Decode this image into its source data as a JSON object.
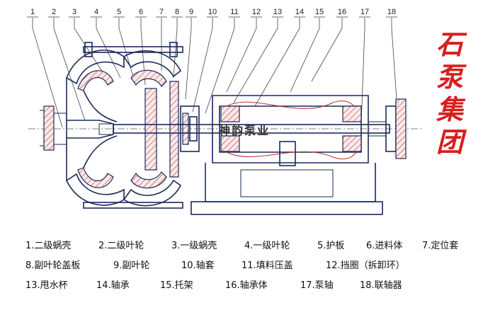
{
  "callout_numbers": [
    "1",
    "2",
    "3",
    "4",
    "5",
    "6",
    "7",
    "8",
    "9",
    "10",
    "11",
    "12",
    "13",
    "14",
    "15",
    "16",
    "17",
    "18"
  ],
  "brand_chars": [
    "石",
    "泵",
    "集",
    "团"
  ],
  "watermark": "神韵泵业",
  "legend": {
    "rows": [
      [
        {
          "label": "1.二级蜗壳"
        },
        {
          "label": "2.二级叶轮"
        },
        {
          "label": "3.一级蜗壳"
        },
        {
          "label": "4.一级叶轮"
        },
        {
          "label": "5.护板"
        },
        {
          "label": "6.进料体"
        },
        {
          "label": "7.定位套"
        }
      ],
      [
        {
          "label": "8.副叶轮盖板"
        },
        {
          "label": "9.副叶轮"
        },
        {
          "label": "10.轴套"
        },
        {
          "label": "11.填料压盖"
        },
        {
          "label": "12.挡圈（拆卸环）"
        }
      ],
      [
        {
          "label": "13.甩水杯"
        },
        {
          "label": "14.轴承"
        },
        {
          "label": "15.托架"
        },
        {
          "label": "16.轴承体"
        },
        {
          "label": "17.泵轴"
        },
        {
          "label": "18.联轴器"
        }
      ]
    ]
  },
  "colors": {
    "outline": "#1a2a5a",
    "hatch": "#c03030",
    "brand": "#d81e1e"
  }
}
